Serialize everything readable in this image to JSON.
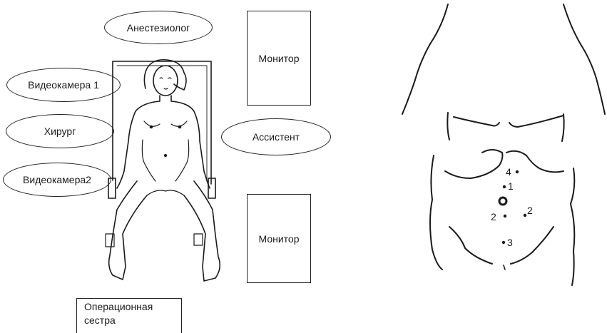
{
  "room_layout": {
    "anesthesiologist": "Анестезиолог",
    "videocamera_1": "Видеокамера 1",
    "surgeon": "Хирург",
    "videocamera_2": "Видеокамера2",
    "assistant": "Ассистент",
    "monitor_top": "Монитор",
    "monitor_bottom": "Монитор",
    "scrub_nurse_line1": "Операционная",
    "scrub_nurse_line2": "сестра"
  },
  "port_markers": {
    "port_4": "4",
    "port_1": "1",
    "port_2_left": "2",
    "port_2_right": "2",
    "port_3": "3"
  }
}
